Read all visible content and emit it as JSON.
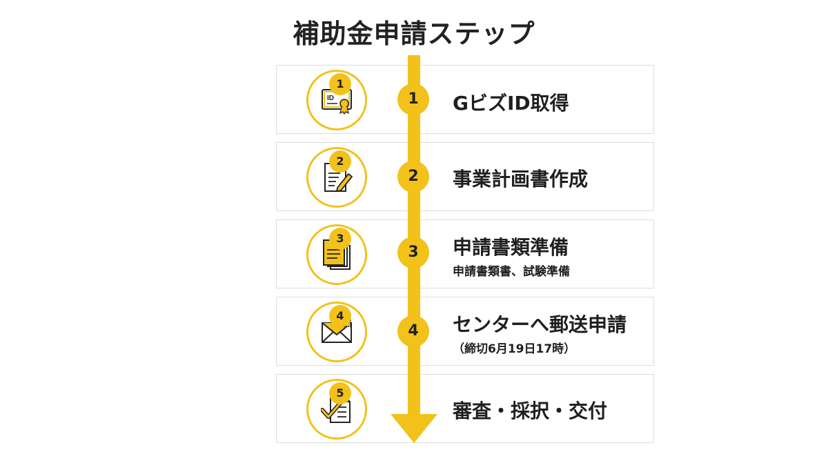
{
  "title": "補助金申請ステップ",
  "colors": {
    "accent": "#f2c21b",
    "border": "#dcdcdc",
    "text": "#1f1f1f"
  },
  "steps": [
    {
      "number": "1",
      "title": "GビズID取得",
      "subtitle": "",
      "icon": "id-certificate-icon"
    },
    {
      "number": "2",
      "title": "事業計画書作成",
      "subtitle": "",
      "icon": "document-pencil-icon"
    },
    {
      "number": "3",
      "title": "申請書類準備",
      "subtitle": "申請書類書、試験準備",
      "icon": "documents-stack-icon"
    },
    {
      "number": "4",
      "title": "センターへ郵送申請",
      "subtitle": "（締切6月19日17時）",
      "icon": "envelope-icon"
    },
    {
      "number": "5",
      "title": "審査・採択・交付",
      "subtitle": "",
      "icon": "checkmark-document-icon"
    }
  ]
}
